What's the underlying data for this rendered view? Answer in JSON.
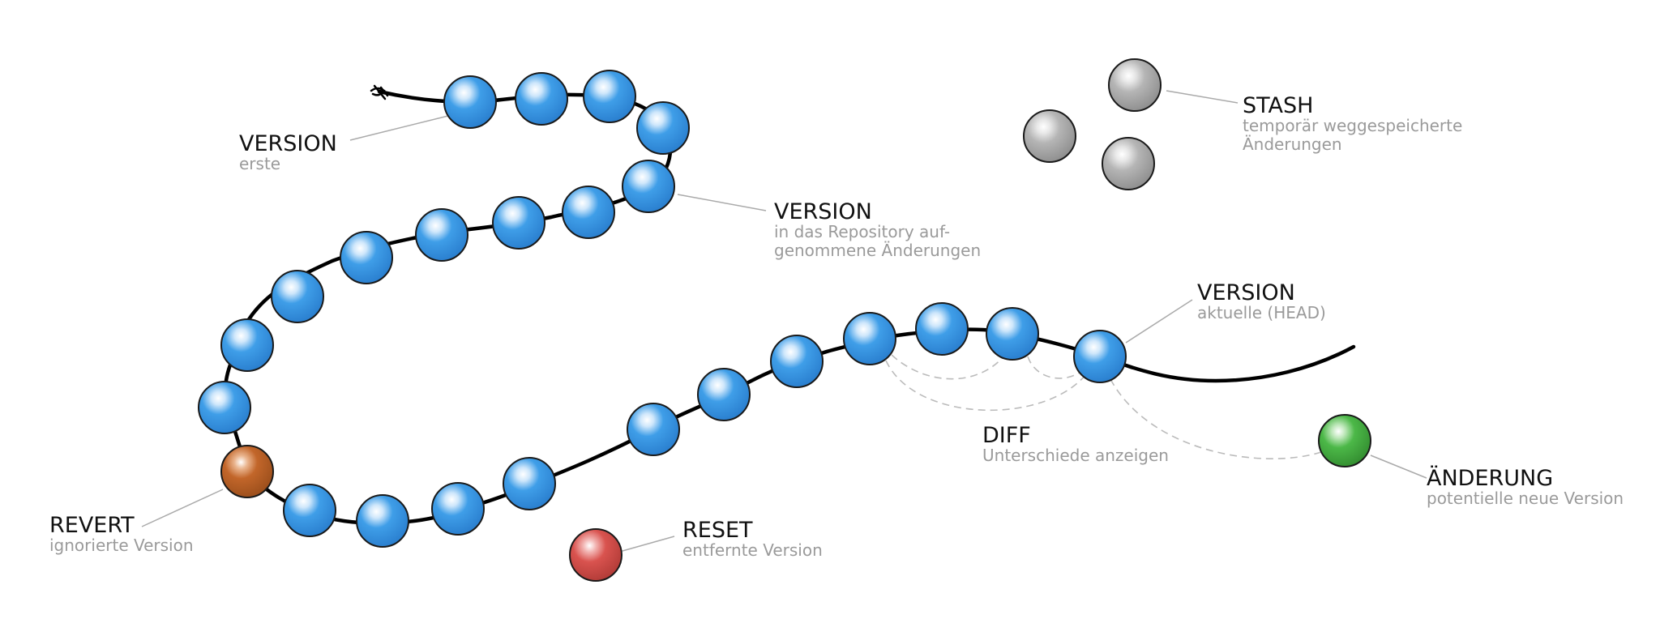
{
  "colors": {
    "version": "#3f9ee8",
    "revert": "#c2662a",
    "reset": "#d9534f",
    "change": "#4cb848",
    "stash": "#b5b5b5",
    "string": "#000000",
    "leader": "#aaaaaa",
    "diff_line": "#bbbbbb"
  },
  "icons": {
    "bead": "glossy-sphere-icon",
    "knot": "knot-icon"
  },
  "labels": {
    "first_version": {
      "title": "VERSION",
      "sub": "erste"
    },
    "repo_version": {
      "title": "VERSION",
      "sub_1": "in das Repository auf-",
      "sub_2": "genommene Änderungen"
    },
    "head_version": {
      "title": "VERSION",
      "sub": "aktuelle (HEAD)"
    },
    "stash": {
      "title": "STASH",
      "sub_1": "temporär weggespeicherte",
      "sub_2": "Änderungen"
    },
    "diff": {
      "title": "DIFF",
      "sub": "Unterschiede anzeigen"
    },
    "revert": {
      "title": "REVERT",
      "sub": "ignorierte Version"
    },
    "reset": {
      "title": "RESET",
      "sub": "entfernte Version"
    },
    "change": {
      "title": "ÄNDERUNG",
      "sub": "potentielle neue Version"
    }
  }
}
